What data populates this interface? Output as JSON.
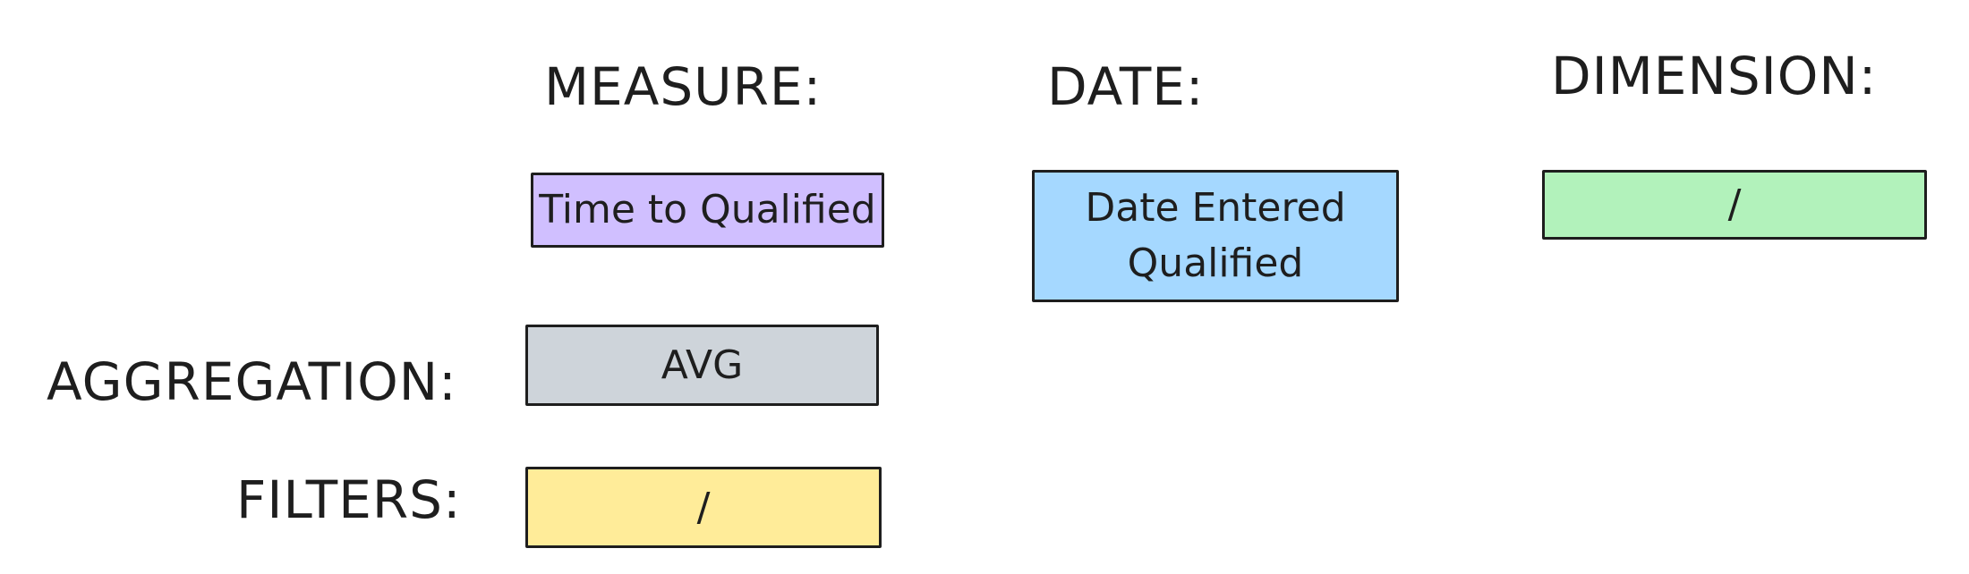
{
  "labels": {
    "measure": "MEASURE:",
    "date": "DATE:",
    "dimension": "DIMENSION:",
    "aggregation": "AGGREGATION:",
    "filters": "FILTERS:"
  },
  "values": {
    "measure": "Time to Qualified",
    "date": "Date Entered Qualified",
    "dimension": "/",
    "aggregation": "AVG",
    "filters": "/"
  },
  "colors": {
    "measure_fill": "#d0bfff",
    "date_fill": "#a5d8ff",
    "dimension_fill": "#b2f2bb",
    "aggregation_fill": "#ced4da",
    "filters_fill": "#ffec99",
    "stroke": "#1e1e1e"
  }
}
